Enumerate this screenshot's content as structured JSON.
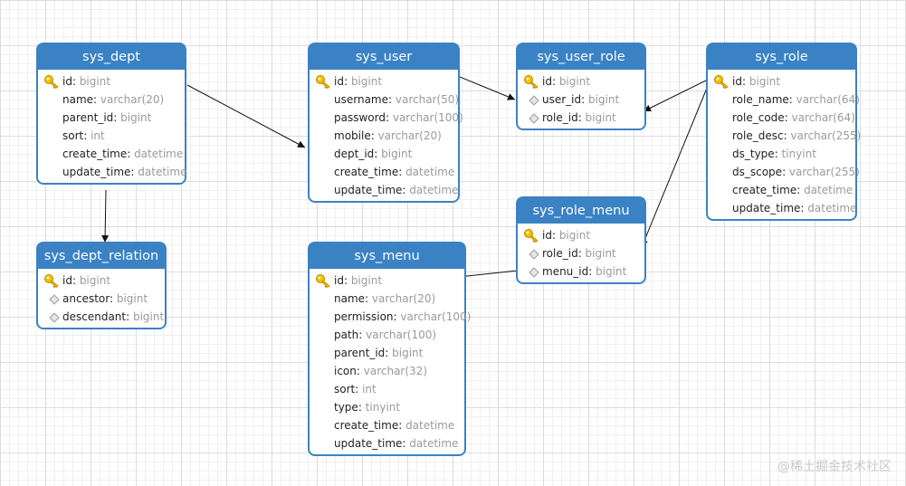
{
  "entities": [
    {
      "id": "sys_dept",
      "title": "sys_dept",
      "fields": [
        {
          "name": "id",
          "type": "bigint",
          "key": "primary"
        },
        {
          "name": "name",
          "type": "varchar(20)",
          "key": "none"
        },
        {
          "name": "parent_id",
          "type": "bigint",
          "key": "none"
        },
        {
          "name": "sort",
          "type": "int",
          "key": "none"
        },
        {
          "name": "create_time",
          "type": "datetime",
          "key": "none"
        },
        {
          "name": "update_time",
          "type": "datetime",
          "key": "none"
        }
      ]
    },
    {
      "id": "sys_user",
      "title": "sys_user",
      "fields": [
        {
          "name": "id",
          "type": "bigint",
          "key": "primary"
        },
        {
          "name": "username",
          "type": "varchar(50)",
          "key": "none"
        },
        {
          "name": "password",
          "type": "varchar(100)",
          "key": "none"
        },
        {
          "name": "mobile",
          "type": "varchar(20)",
          "key": "none"
        },
        {
          "name": "dept_id",
          "type": "bigint",
          "key": "none"
        },
        {
          "name": "create_time",
          "type": "datetime",
          "key": "none"
        },
        {
          "name": "update_time",
          "type": "datetime",
          "key": "none"
        }
      ]
    },
    {
      "id": "sys_user_role",
      "title": "sys_user_role",
      "fields": [
        {
          "name": "id",
          "type": "bigint",
          "key": "primary"
        },
        {
          "name": "user_id",
          "type": "bigint",
          "key": "foreign"
        },
        {
          "name": "role_id",
          "type": "bigint",
          "key": "foreign"
        }
      ]
    },
    {
      "id": "sys_role",
      "title": "sys_role",
      "fields": [
        {
          "name": "id",
          "type": "bigint",
          "key": "primary"
        },
        {
          "name": "role_name",
          "type": "varchar(64)",
          "key": "none"
        },
        {
          "name": "role_code",
          "type": "varchar(64)",
          "key": "none"
        },
        {
          "name": "role_desc",
          "type": "varchar(255)",
          "key": "none"
        },
        {
          "name": "ds_type",
          "type": "tinyint",
          "key": "none"
        },
        {
          "name": "ds_scope",
          "type": "varchar(255)",
          "key": "none"
        },
        {
          "name": "create_time",
          "type": "datetime",
          "key": "none"
        },
        {
          "name": "update_time",
          "type": "datetime",
          "key": "none"
        }
      ]
    },
    {
      "id": "sys_role_menu",
      "title": "sys_role_menu",
      "fields": [
        {
          "name": "id",
          "type": "bigint",
          "key": "primary"
        },
        {
          "name": "role_id",
          "type": "bigint",
          "key": "foreign"
        },
        {
          "name": "menu_id",
          "type": "bigint",
          "key": "foreign"
        }
      ]
    },
    {
      "id": "sys_dept_relation",
      "title": "sys_dept_relation",
      "fields": [
        {
          "name": "id",
          "type": "bigint",
          "key": "primary"
        },
        {
          "name": "ancestor",
          "type": "bigint",
          "key": "foreign"
        },
        {
          "name": "descendant",
          "type": "bigint",
          "key": "foreign"
        }
      ]
    },
    {
      "id": "sys_menu",
      "title": "sys_menu",
      "fields": [
        {
          "name": "id",
          "type": "bigint",
          "key": "primary"
        },
        {
          "name": "name",
          "type": "varchar(20)",
          "key": "none"
        },
        {
          "name": "permission",
          "type": "varchar(100)",
          "key": "none"
        },
        {
          "name": "path",
          "type": "varchar(100)",
          "key": "none"
        },
        {
          "name": "parent_id",
          "type": "bigint",
          "key": "none"
        },
        {
          "name": "icon",
          "type": "varchar(32)",
          "key": "none"
        },
        {
          "name": "sort",
          "type": "int",
          "key": "none"
        },
        {
          "name": "type",
          "type": "tinyint",
          "key": "none"
        },
        {
          "name": "create_time",
          "type": "datetime",
          "key": "none"
        },
        {
          "name": "update_time",
          "type": "datetime",
          "key": "none"
        }
      ]
    }
  ],
  "relations": [
    {
      "from": "sys_dept",
      "to": "sys_user"
    },
    {
      "from": "sys_dept",
      "to": "sys_dept_relation"
    },
    {
      "from": "sys_user",
      "to": "sys_user_role"
    },
    {
      "from": "sys_role",
      "to": "sys_user_role"
    },
    {
      "from": "sys_role",
      "to": "sys_role_menu"
    },
    {
      "from": "sys_menu",
      "to": "sys_role_menu"
    }
  ],
  "colors": {
    "header": "#3a82c4",
    "border": "#3b82c4",
    "key": "#e8b400",
    "type_text": "#9a9a9a",
    "link": "#111111"
  },
  "icons": {
    "primary": "key-icon",
    "foreign": "diamond-icon"
  },
  "watermark": "@稀土掘金技术社区"
}
